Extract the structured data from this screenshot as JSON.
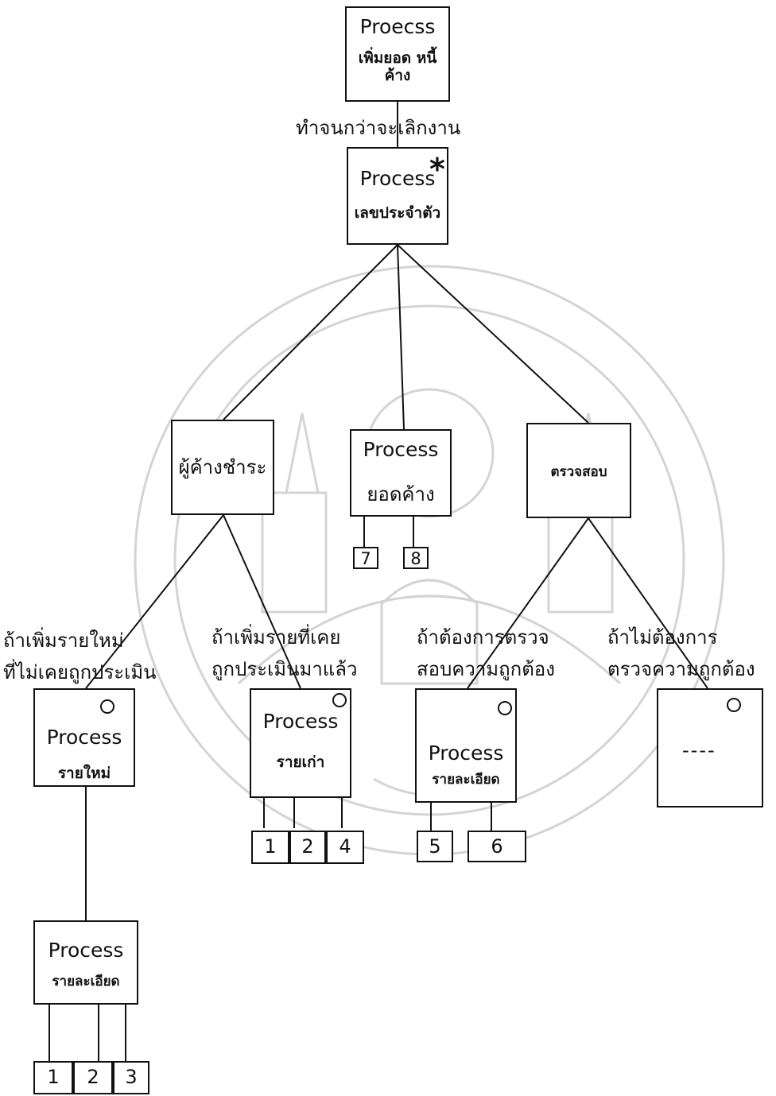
{
  "top": {
    "title": "Proecss",
    "sub": "เพิ่มยอด หนี้ค้าง"
  },
  "loop_label": "ทำจนกว่าจะเลิกงาน",
  "main": {
    "title": "Process",
    "sub": "เลขประจำตัว",
    "marker": "*"
  },
  "pay": {
    "title": "ผู้ค้างชำระ"
  },
  "balance": {
    "title": "Process",
    "sub": "ยอดค้าง",
    "leaves": [
      "7",
      "8"
    ]
  },
  "check": {
    "title": "ตรวจสอบ"
  },
  "labels": {
    "new_1": "ถ้าเพิ่มรายใหม่",
    "new_2": "ที่ไม่เคยถูกประเมิน",
    "old_1": "ถ้าเพิ่มรายที่เคย",
    "old_2": "ถูกประเมินมาแล้ว",
    "chk_1": "ถ้าต้องการตรวจ",
    "chk_2": "สอบความถูกต้อง",
    "nochk_1": "ถ้าไม่ต้องการ",
    "nochk_2": "ตรวจความถูกต้อง"
  },
  "new_proc": {
    "title": "Process",
    "sub": "รายใหม่",
    "marker": "o"
  },
  "old_proc": {
    "title": "Process",
    "sub": "รายเก่า",
    "marker": "o",
    "leaves": [
      "1",
      "2",
      "4"
    ]
  },
  "detail_proc": {
    "title": "Process",
    "sub": "รายละเอียด",
    "marker": "o",
    "leaves": [
      "5",
      "6"
    ]
  },
  "empty_proc": {
    "text": "----",
    "marker": "o"
  },
  "detail_bottom": {
    "title": "Process",
    "sub": "รายละเอียด",
    "leaves": [
      "1",
      "2",
      "3"
    ]
  }
}
